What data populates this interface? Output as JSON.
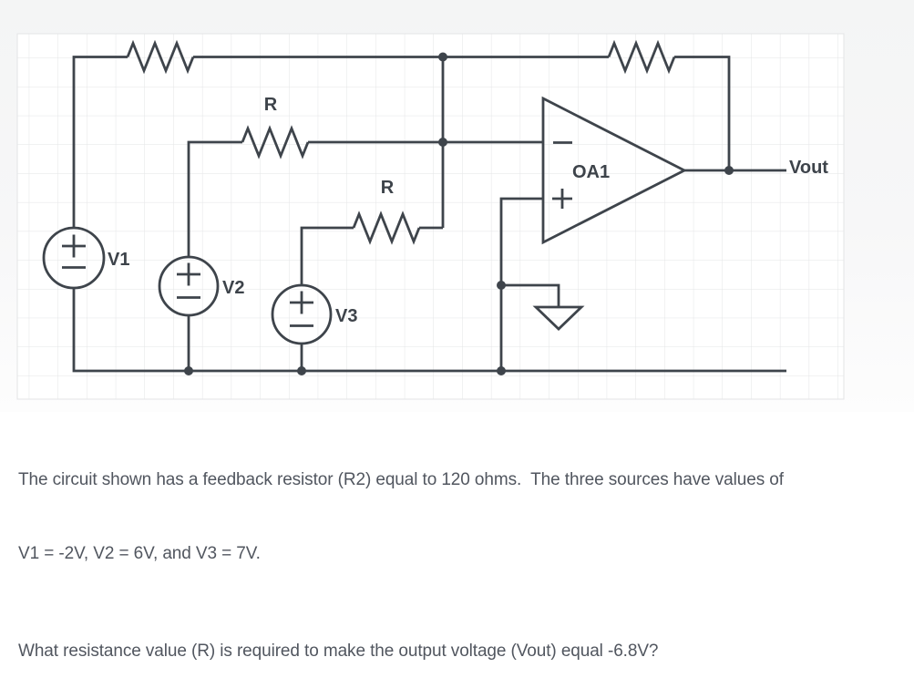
{
  "circuit": {
    "labels": {
      "r_middle": "R",
      "r_lower": "R",
      "v1": "V1",
      "v2": "V2",
      "v3": "V3",
      "opamp": "OA1",
      "vout": "Vout"
    },
    "icons": {
      "voltage_source": "circle-plus-minus-icon",
      "opamp_inverting_input": "minus-icon",
      "opamp_noninverting_input": "plus-icon",
      "ground": "ground-triangle-icon",
      "junction": "junction-dot-icon",
      "resistor": "zigzag-resistor-icon"
    },
    "colors": {
      "wire": "#3e444b",
      "label": "#3d434a",
      "grid_line": "#e3e4e6",
      "grid_bg": "#ffffff",
      "canvas_bg": "#f5f6f6"
    }
  },
  "problem": {
    "lines": [
      "The circuit shown has a feedback resistor (R2) equal to 120 ohms.  The three sources have values of",
      "V1 = -2V, V2 = 6V, and V3 = 7V.",
      "What resistance value (R) is required to make the output voltage (Vout) equal -6.8V?"
    ],
    "text_color": "#51565f"
  }
}
